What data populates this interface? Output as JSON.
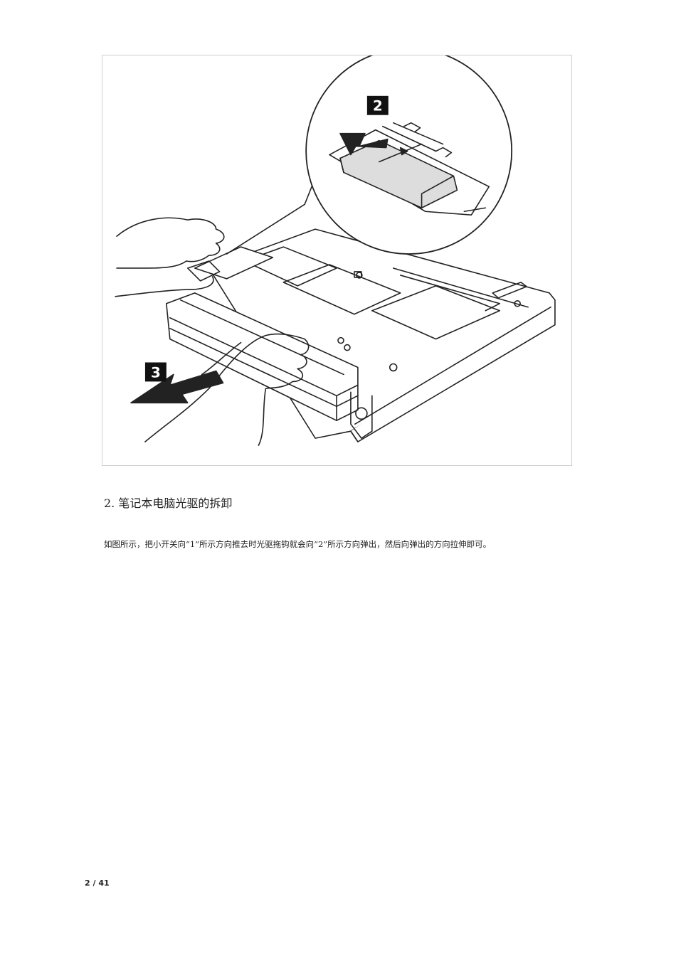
{
  "figure": {
    "callout_step_label": "2",
    "main_step_label": "3",
    "illustration_icon": "laptop-optical-drive-removal-illustration"
  },
  "section": {
    "heading": "2. 笔记本电脑光驱的拆卸",
    "body": "如图所示，把小开关向“1”所示方向推去时光驱拖钩就会向“2”所示方向弹出，然后向弹出的方向拉伸即可。"
  },
  "footer": {
    "page_number": "2 / 41"
  }
}
